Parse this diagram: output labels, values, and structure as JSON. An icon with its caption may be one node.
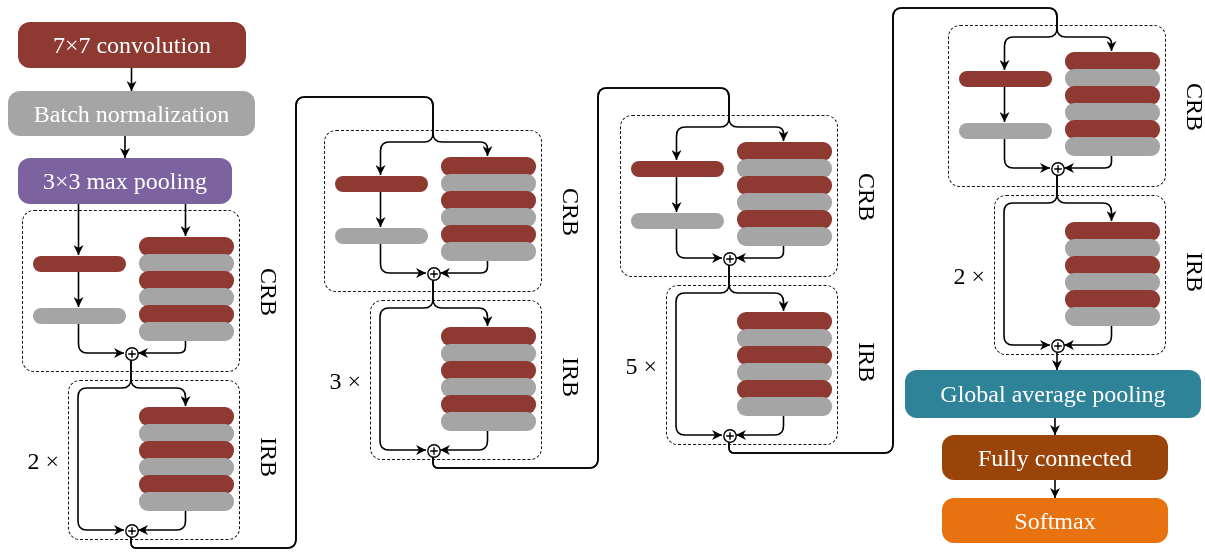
{
  "diagram": {
    "nodes": [
      {
        "text": [
          "7×7 convolution"
        ]
      },
      {
        "text": [
          "Batch normalization"
        ]
      },
      {
        "text": [
          "3×3 max pooling"
        ]
      },
      {
        "text": [
          "CRB"
        ]
      },
      {
        "text": [],
        "shape": "bar",
        "in": 3
      },
      {
        "text": [],
        "shape": "bar",
        "in": 3
      },
      {
        "text": [],
        "shape": "stack",
        "in": 3
      },
      {
        "text": [],
        "shape": "circle",
        "in": 3
      },
      {
        "text": [
          "IRB"
        ],
        "beside": [
          "2 ×"
        ]
      },
      {
        "text": [],
        "shape": "stack",
        "in": 8
      },
      {
        "text": [],
        "shape": "circle",
        "in": 8
      },
      {
        "text": [
          "CRB"
        ]
      },
      {
        "text": [],
        "shape": "bar",
        "in": 11
      },
      {
        "text": [],
        "shape": "bar",
        "in": 11
      },
      {
        "text": [],
        "shape": "stack",
        "in": 11
      },
      {
        "text": [],
        "shape": "circle",
        "in": 11
      },
      {
        "text": [
          "IRB"
        ],
        "beside": [
          "3 ×"
        ]
      },
      {
        "text": [],
        "shape": "stack",
        "in": 16
      },
      {
        "text": [],
        "shape": "circle",
        "in": 16
      },
      {
        "text": [
          "CRB"
        ]
      },
      {
        "text": [],
        "shape": "bar",
        "in": 19
      },
      {
        "text": [],
        "shape": "bar",
        "in": 19
      },
      {
        "text": [],
        "shape": "stack",
        "in": 19
      },
      {
        "text": [],
        "shape": "circle",
        "in": 19
      },
      {
        "text": [
          "IRB"
        ],
        "beside": [
          "5 ×"
        ]
      },
      {
        "text": [],
        "shape": "stack",
        "in": 24
      },
      {
        "text": [],
        "shape": "circle",
        "in": 24
      },
      {
        "text": [
          "CRB"
        ]
      },
      {
        "text": [],
        "shape": "bar",
        "in": 27
      },
      {
        "text": [],
        "shape": "bar",
        "in": 27
      },
      {
        "text": [],
        "shape": "stack",
        "in": 27
      },
      {
        "text": [],
        "shape": "circle",
        "in": 27
      },
      {
        "text": [
          "IRB"
        ],
        "beside": [
          "2 ×"
        ]
      },
      {
        "text": [],
        "shape": "stack",
        "in": 32
      },
      {
        "text": [],
        "shape": "circle",
        "in": 32
      },
      {
        "text": [
          "Global average pooling"
        ]
      },
      {
        "text": [
          "Fully connected"
        ]
      },
      {
        "text": [
          "Softmax"
        ]
      }
    ],
    "edges": [
      {
        "from": 0,
        "to": 1,
        "arrow": "to"
      },
      {
        "from": 1,
        "to": 2,
        "arrow": "to"
      },
      {
        "from": 2,
        "to": 4,
        "arrow": "to"
      },
      {
        "from": 2,
        "to": 6,
        "arrow": "to"
      },
      {
        "from": 4,
        "to": 5,
        "arrow": "to"
      },
      {
        "from": 5,
        "to": 7,
        "arrow": "to"
      },
      {
        "from": 6,
        "to": 7,
        "arrow": "to"
      },
      {
        "from": 7,
        "to": 9,
        "arrow": "to"
      },
      {
        "from": 7,
        "to": 10,
        "arrow": "to"
      },
      {
        "from": 9,
        "to": 10,
        "arrow": "to"
      },
      {
        "from": 10,
        "to": 12,
        "arrow": "to"
      },
      {
        "from": 10,
        "to": 14,
        "arrow": "to"
      },
      {
        "from": 12,
        "to": 13,
        "arrow": "to"
      },
      {
        "from": 13,
        "to": 15,
        "arrow": "to"
      },
      {
        "from": 14,
        "to": 15,
        "arrow": "to"
      },
      {
        "from": 15,
        "to": 17,
        "arrow": "to"
      },
      {
        "from": 15,
        "to": 18,
        "arrow": "to"
      },
      {
        "from": 17,
        "to": 18,
        "arrow": "to"
      },
      {
        "from": 18,
        "to": 20,
        "arrow": "to"
      },
      {
        "from": 18,
        "to": 22,
        "arrow": "to"
      },
      {
        "from": 20,
        "to": 21,
        "arrow": "to"
      },
      {
        "from": 21,
        "to": 23,
        "arrow": "to"
      },
      {
        "from": 22,
        "to": 23,
        "arrow": "to"
      },
      {
        "from": 23,
        "to": 25,
        "arrow": "to"
      },
      {
        "from": 23,
        "to": 26,
        "arrow": "to"
      },
      {
        "from": 25,
        "to": 26,
        "arrow": "to"
      },
      {
        "from": 26,
        "to": 28,
        "arrow": "to"
      },
      {
        "from": 26,
        "to": 30,
        "arrow": "to"
      },
      {
        "from": 28,
        "to": 29,
        "arrow": "to"
      },
      {
        "from": 29,
        "to": 31,
        "arrow": "to"
      },
      {
        "from": 30,
        "to": 31,
        "arrow": "to"
      },
      {
        "from": 31,
        "to": 33,
        "arrow": "to"
      },
      {
        "from": 31,
        "to": 34,
        "arrow": "to"
      },
      {
        "from": 33,
        "to": 34,
        "arrow": "to"
      },
      {
        "from": 34,
        "to": 35,
        "arrow": "to"
      },
      {
        "from": 35,
        "to": 36,
        "arrow": "to"
      },
      {
        "from": 36,
        "to": 37,
        "arrow": "to"
      }
    ]
  }
}
